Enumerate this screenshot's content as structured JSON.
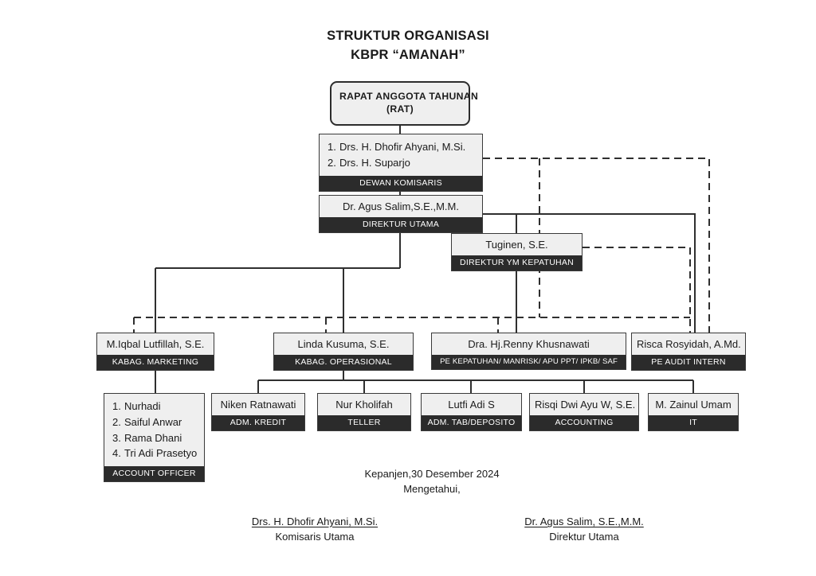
{
  "title": {
    "line1": "STRUKTUR ORGANISASI",
    "line2": "KBPR “AMANAH”"
  },
  "colors": {
    "box_fill": "#efefef",
    "box_border": "#3a3a3a",
    "title_bar": "#2b2b2b",
    "title_bar_text": "#ffffff",
    "line": "#2f2f2f",
    "page_bg": "#ffffff"
  },
  "chart_data": {
    "type": "diagram",
    "title": "STRUKTUR ORGANISASI KBPR “AMANAH”",
    "nodes": [
      {
        "id": "rat",
        "name": "RAPAT ANGGOTA TAHUNAN\n(RAT)",
        "role": ""
      },
      {
        "id": "komisaris",
        "names": [
          "Drs. H. Dhofir Ahyani, M.Si.",
          "Drs. H. Suparjo"
        ],
        "role": "DEWAN KOMISARIS"
      },
      {
        "id": "dirut",
        "name": "Dr. Agus Salim,S.E.,M.M.",
        "role": "DIREKTUR UTAMA"
      },
      {
        "id": "dirkep",
        "name": "Tuginen, S.E.",
        "role": "DIREKTUR YM KEPATUHAN"
      },
      {
        "id": "marketing",
        "name": "M.Iqbal Lutfillah, S.E.",
        "role": "KABAG. MARKETING"
      },
      {
        "id": "operasional",
        "name": "Linda Kusuma, S.E.",
        "role": "KABAG. OPERASIONAL"
      },
      {
        "id": "kepatuhan",
        "name": "Dra. Hj.Renny Khusnawati",
        "role": "PE KEPATUHAN/ MANRISK/ APU PPT/ IPKB/ SAF"
      },
      {
        "id": "audit",
        "name": "Risca Rosyidah, A.Md.",
        "role": "PE AUDIT INTERN"
      },
      {
        "id": "ao",
        "names": [
          "Nurhadi",
          "Saiful Anwar",
          "Rama Dhani",
          "Tri Adi Prasetyo"
        ],
        "role": "ACCOUNT OFFICER"
      },
      {
        "id": "admkredit",
        "name": "Niken Ratnawati",
        "role": "ADM. KREDIT"
      },
      {
        "id": "teller",
        "name": "Nur Kholifah",
        "role": "TELLER"
      },
      {
        "id": "admtab",
        "name": "Lutfi Adi S",
        "role": "ADM. TAB/DEPOSITO"
      },
      {
        "id": "accounting",
        "name": "Risqi Dwi Ayu W, S.E.",
        "role": "ACCOUNTING"
      },
      {
        "id": "it",
        "name": "M. Zainul Umam",
        "role": "IT"
      }
    ],
    "edges": [
      {
        "from": "rat",
        "to": "komisaris",
        "style": "solid"
      },
      {
        "from": "komisaris",
        "to": "dirut",
        "style": "solid"
      },
      {
        "from": "komisaris",
        "to": "audit",
        "style": "dashed"
      },
      {
        "from": "komisaris",
        "to": "kepatuhan",
        "style": "dashed"
      },
      {
        "from": "dirut",
        "to": "dirkep",
        "style": "solid"
      },
      {
        "from": "dirut",
        "to": "marketing",
        "style": "solid"
      },
      {
        "from": "dirut",
        "to": "operasional",
        "style": "solid"
      },
      {
        "from": "dirut",
        "to": "audit",
        "style": "solid"
      },
      {
        "from": "dirkep",
        "to": "kepatuhan",
        "style": "solid"
      },
      {
        "from": "dirkep",
        "to": "marketing",
        "style": "dashed"
      },
      {
        "from": "dirkep",
        "to": "operasional",
        "style": "dashed"
      },
      {
        "from": "dirkep",
        "to": "audit",
        "style": "dashed"
      },
      {
        "from": "marketing",
        "to": "ao",
        "style": "solid"
      },
      {
        "from": "operasional",
        "to": "admkredit",
        "style": "solid"
      },
      {
        "from": "operasional",
        "to": "teller",
        "style": "solid"
      },
      {
        "from": "operasional",
        "to": "admtab",
        "style": "solid"
      },
      {
        "from": "operasional",
        "to": "accounting",
        "style": "solid"
      },
      {
        "from": "operasional",
        "to": "it",
        "style": "solid"
      }
    ]
  },
  "nodes": {
    "rat": {
      "line1": "RAPAT ANGGOTA TAHUNAN",
      "line2": "(RAT)"
    },
    "komisaris": {
      "n1": "Drs. H. Dhofir Ahyani, M.Si.",
      "n2": "Drs. H. Suparjo",
      "role": "DEWAN KOMISARIS"
    },
    "dirut": {
      "name": "Dr. Agus Salim,S.E.,M.M.",
      "role": "DIREKTUR UTAMA"
    },
    "dirkep": {
      "name": "Tuginen, S.E.",
      "role": "DIREKTUR YM KEPATUHAN"
    },
    "marketing": {
      "name": "M.Iqbal Lutfillah, S.E.",
      "role": "KABAG. MARKETING"
    },
    "operasional": {
      "name": "Linda Kusuma, S.E.",
      "role": "KABAG. OPERASIONAL"
    },
    "kepatuhan": {
      "name": "Dra. Hj.Renny Khusnawati",
      "role": "PE KEPATUHAN/ MANRISK/ APU PPT/ IPKB/ SAF"
    },
    "audit": {
      "name": "Risca Rosyidah, A.Md.",
      "role": "PE AUDIT INTERN"
    },
    "ao": {
      "n1": "Nurhadi",
      "n2": "Saiful Anwar",
      "n3": "Rama Dhani",
      "n4": "Tri Adi Prasetyo",
      "role": "ACCOUNT OFFICER"
    },
    "admkredit": {
      "name": "Niken Ratnawati",
      "role": "ADM. KREDIT"
    },
    "teller": {
      "name": "Nur Kholifah",
      "role": "TELLER"
    },
    "admtab": {
      "name": "Lutfi Adi S",
      "role": "ADM. TAB/DEPOSITO"
    },
    "accounting": {
      "name": "Risqi Dwi Ayu W, S.E.",
      "role": "ACCOUNTING"
    },
    "it": {
      "name": "M. Zainul Umam",
      "role": "IT"
    }
  },
  "numbering": {
    "one": "1.",
    "two": "2.",
    "three": "3.",
    "four": "4."
  },
  "footer": {
    "place_date": "Kepanjen,30 Desember 2024",
    "ack": "Mengetahui,",
    "left_name": "Drs. H. Dhofir Ahyani, M.Si.",
    "left_role": "Komisaris Utama",
    "right_name": "Dr. Agus Salim, S.E.,M.M.",
    "right_role": "Direktur Utama"
  }
}
